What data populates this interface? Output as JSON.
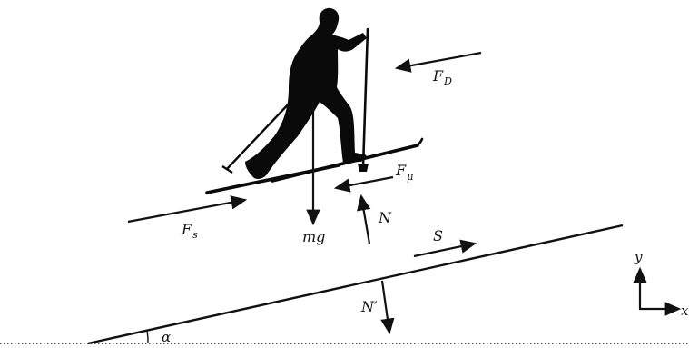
{
  "labels": {
    "drag_force": "F",
    "drag_force_sub": "D",
    "friction_force": "F",
    "friction_force_sub": "μ",
    "ski_force": "F",
    "ski_force_sub": "s",
    "normal": "N",
    "weight": "mg",
    "displacement": "S",
    "normal_reaction": "N′",
    "angle": "α",
    "axis_y": "y",
    "axis_x": "x"
  },
  "colors": {
    "ink": "#111111",
    "silhouette": "#0a0a0a",
    "background": "#ffffff",
    "ground_dots": "#555555"
  },
  "icons": {
    "skier": "cross-country-skier-silhouette"
  }
}
